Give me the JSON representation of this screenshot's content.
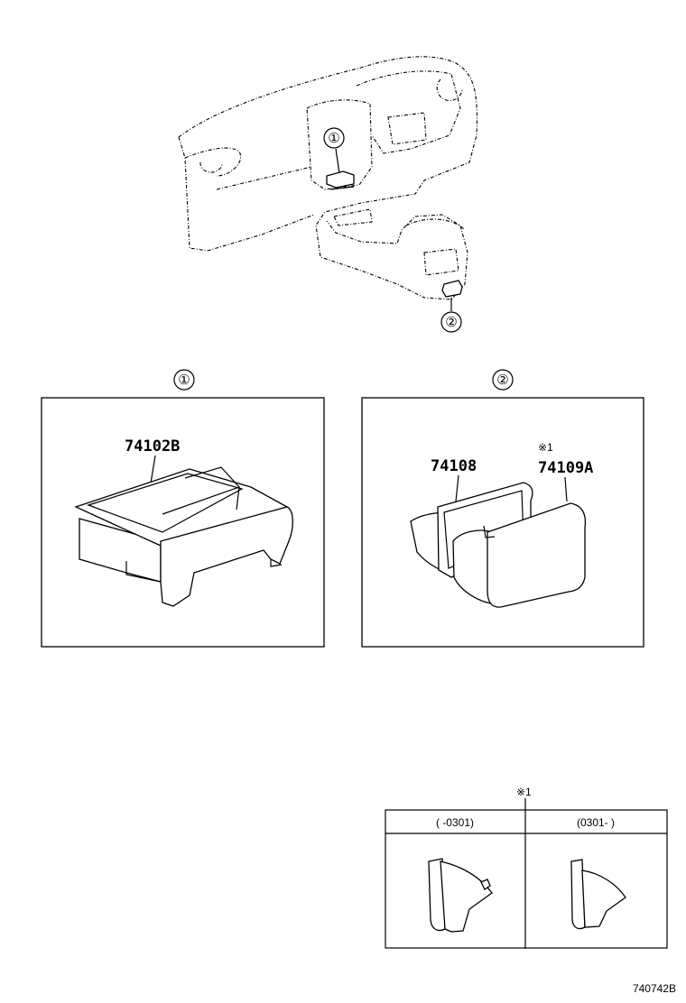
{
  "callouts": {
    "one": "①",
    "two": "②"
  },
  "panel1": {
    "part_number": "74102B"
  },
  "panel2": {
    "part_number_left": "74108",
    "part_number_right": "74109A",
    "note_mark": "※1"
  },
  "note_table": {
    "mark": "※1",
    "col_left": "(      -0301)",
    "col_right": "(0301-      )"
  },
  "figure_code": "740742B"
}
